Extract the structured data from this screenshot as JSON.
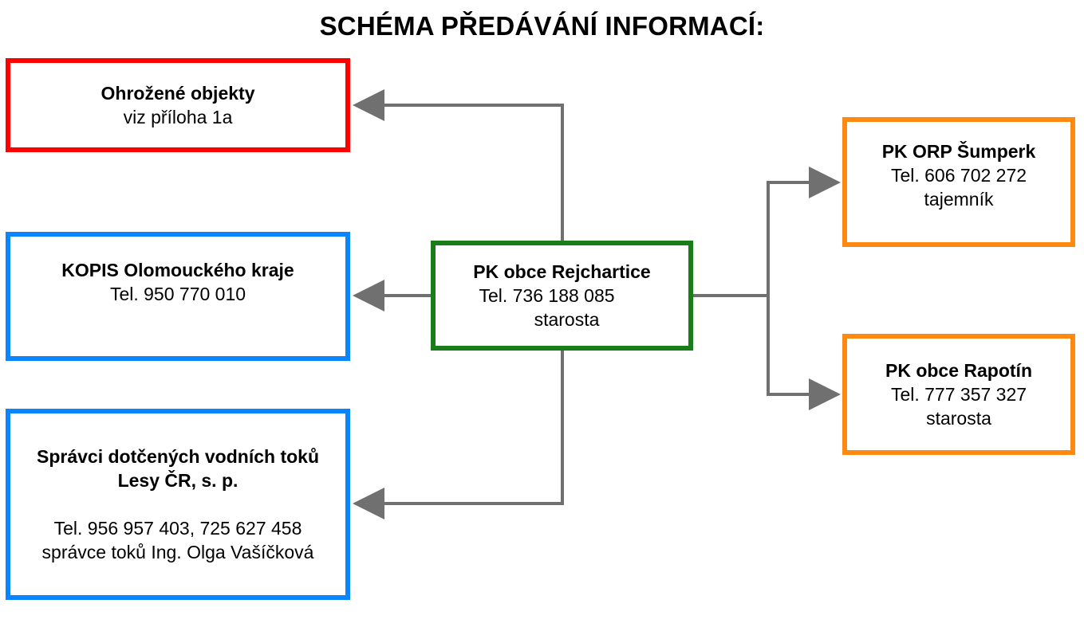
{
  "title": "SCHÉMA PŘEDÁVÁNÍ INFORMACÍ:",
  "center": {
    "name": "PK obce Rejchartice",
    "tel": "Tel. 736 188 085",
    "role": "starosta"
  },
  "left_boxes": {
    "ohrozene": {
      "name": "Ohrožené objekty",
      "note": "viz příloha 1a"
    },
    "kopis": {
      "name": "KOPIS Olomouckého kraje",
      "tel": "Tel. 950 770 010"
    },
    "spravci": {
      "name": "Správci dotčených vodních toků",
      "org": "Lesy ČR, s. p.",
      "tel": "Tel. 956 957 403, 725 627 458",
      "role": "správce toků Ing. Olga Vašíčková"
    }
  },
  "right_boxes": {
    "orp": {
      "name": "PK ORP Šumperk",
      "tel": "Tel. 606 702 272",
      "role": "tajemník"
    },
    "rapotin": {
      "name": "PK obce Rapotín",
      "tel": "Tel. 777 357 327",
      "role": "starosta"
    }
  },
  "colors": {
    "red": "#ff0000",
    "blue": "#0a84ff",
    "green": "#1a7d1a",
    "orange": "#ff8a12",
    "connector": "#707070"
  }
}
